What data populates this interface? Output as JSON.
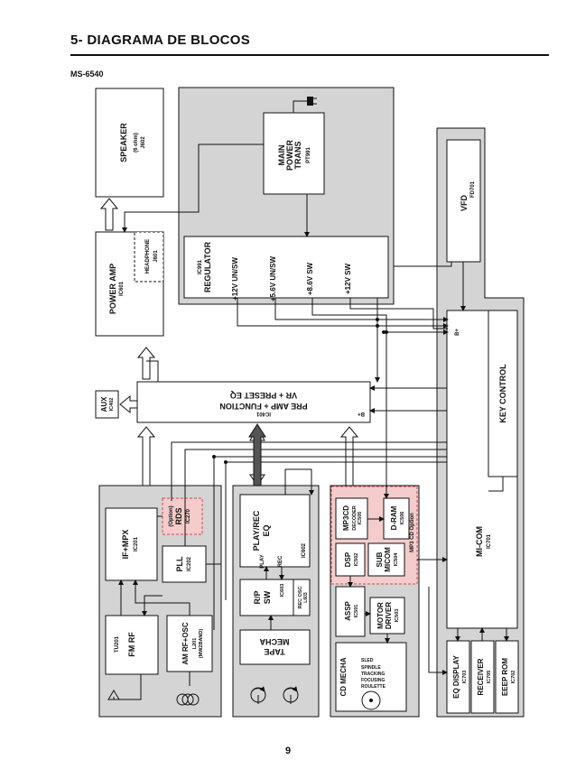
{
  "header": {
    "title": "5- DIAGRAMA DE BLOCOS",
    "model": "MS-6540"
  },
  "blocks": {
    "speaker": {
      "label": "SPEAKER",
      "sub1": "(6 ohm)",
      "sub2": "J602"
    },
    "main_trans": {
      "l1": "MAIN",
      "l2": "POWER",
      "l3": "TRANS",
      "ic": "PT991"
    },
    "regulator": {
      "label": "REGULATOR",
      "ic": "IC991",
      "outs": [
        "+12V UN/SW",
        "+5.6V UN/SW",
        "+8.6V SW",
        "+12V SW"
      ]
    },
    "power_amp": {
      "label": "POWER AMP",
      "ic": "IC601"
    },
    "headphone": {
      "label": "HEADPHONE",
      "ic": "J601"
    },
    "vfd": {
      "label": "VFD",
      "ic": "FD701"
    },
    "key_control": {
      "label": "KEY CONTROL"
    },
    "aux": {
      "label": "AUX",
      "ic": "IC402"
    },
    "preamp": {
      "l1": "PRE AMP + FUNCTION",
      "l2": "VR + PRESET EQ",
      "ic": "IC401",
      "pin": "B+"
    },
    "micom_bplus": "B+",
    "mi_com": {
      "label": "MI-COM",
      "ic": "IC701"
    },
    "if_mpx": {
      "label": "IF+MPX",
      "ic": "IC201"
    },
    "rds": {
      "label": "RDS",
      "ic": "IC270",
      "opt": "(Option)"
    },
    "pll": {
      "label": "PLL",
      "ic": "IC202"
    },
    "fm_rf": {
      "label": "FM RF",
      "ic": "TU201"
    },
    "am_rf": {
      "label": "AM RF+OSC",
      "ic": "L201",
      "band": "(MW2BAND)"
    },
    "play_rec": {
      "l1": "PLAY/REC",
      "l2": "EQ",
      "ic": "IC602",
      "play": "PLAY",
      "rec": "REC"
    },
    "rp_sw": {
      "l1": "R/P",
      "l2": "SW",
      "ic": "IC603"
    },
    "rec_osc": {
      "label": "REC OSC",
      "ic": "L603"
    },
    "tape_mecha": {
      "l1": "TAPE",
      "l2": "MECHA"
    },
    "mp3cd": {
      "l1": "MP3CD",
      "l2": "DECODER",
      "ic": "IC505",
      "opt": "MP3 CD Option"
    },
    "dram": {
      "label": "D-RAM",
      "ic": "IC506"
    },
    "dsp": {
      "label": "DSP",
      "ic": "IC502"
    },
    "sub_micom": {
      "l1": "SUB",
      "l2": "MICOM",
      "ic": "IC504"
    },
    "assp": {
      "label": "ASSP",
      "ic": "IC501"
    },
    "motor_driver": {
      "l1": "MOTOR",
      "l2": "DRIVER",
      "ic": "IC503"
    },
    "cd_mecha": {
      "label": "CD MECHA",
      "items": [
        "SLED",
        "SPINDLE",
        "TRACKING",
        "FOCUSING",
        "ROULETTE"
      ]
    },
    "eq_display": {
      "label": "EQ DISPLAY",
      "ic": "IC703"
    },
    "receiver": {
      "label": "RECEIVER",
      "ic": "IC705"
    },
    "eeep_rom": {
      "label": "EEEP ROM",
      "ic": "IC702"
    }
  },
  "footer": {
    "page": "9"
  }
}
